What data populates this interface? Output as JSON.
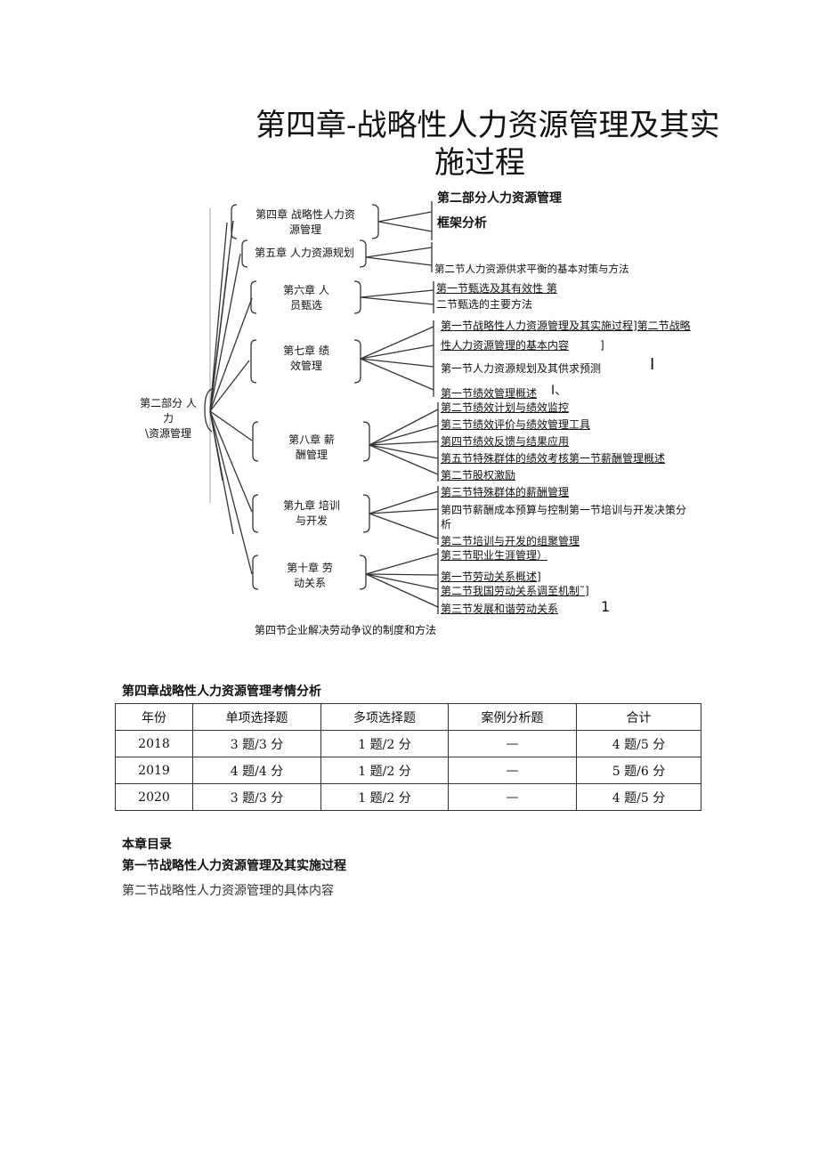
{
  "doc": {
    "title_line1": "第四章-战略性人力资源管理及其实",
    "title_line2": "施过程"
  },
  "mindmap": {
    "header_line1": "第二部分人力资源管理",
    "header_line2": "框架分析",
    "root_line1": "第二部分 人",
    "root_line2": "力",
    "root_line3": "\\资源管理",
    "chapters": [
      {
        "line1": "第四章 战略性人力资",
        "line2": "源管理"
      },
      {
        "line1": "第五章 人力资源规划",
        "line2": ""
      },
      {
        "line1": "第六章 人",
        "line2": "员甄选"
      },
      {
        "line1": "第七章 绩",
        "line2": "效管理"
      },
      {
        "line1": "第八章 薪",
        "line2": "酬管理"
      },
      {
        "line1": "第九章 培训",
        "line2": "与开发"
      },
      {
        "line1": "第十章 劳",
        "line2": "动关系"
      }
    ],
    "leaves": [
      "第二节人力资源供求平衡的基本对策与方法",
      "第一节甄选及其有效性 第",
      "二节甄选的主要方法",
      "第一节战略性人力资源管理及其实施过程]第二节战略",
      "性人力资源管理的基本内容",
      "]",
      "第一节人力资源规划及其供求预测",
      "I",
      "第一节绩效管理概述",
      "I、",
      "第二节绩效计划与绩效监控",
      "第三节绩效评价与绩效管理工具",
      "第四节绩效反馈与结果应用",
      "第五节特殊群体的绩效考核第一节薪酬管理概述",
      "第二节股权激励",
      "第三节特殊群体的薪酬管理",
      "第四节薪酬成本预算与控制第一节培训与开发决策分",
      "析",
      "第二节培训与开发的组聚管理",
      "第三节职业生涯管理）",
      "第一节劳动关系概述]",
      "第二节我国劳动关系调至机制˜]",
      "第三节发展和谐劳动关系",
      "1"
    ],
    "footer_note": "第四节企业解决劳动争议的制度和方法"
  },
  "exam": {
    "caption": "第四章战略性人力资源管理考情分析",
    "headers": [
      "年份",
      "单项选择题",
      "多项选择题",
      "案例分析题",
      "合计"
    ],
    "rows": [
      [
        "2018",
        "3 题/3 分",
        "1 题/2 分",
        "—",
        "4 题/5 分"
      ],
      [
        "2019",
        "4 题/4 分",
        "1 题/2 分",
        "—",
        "5 题/6 分"
      ],
      [
        "2020",
        "3 题/3 分",
        "1 题/2 分",
        "—",
        "4 题/5 分"
      ]
    ]
  },
  "toc": {
    "heading": "本章目录",
    "item1": "第一节战略性人力资源管理及其实施过程",
    "item2": "第二节战略性人力资源管理的具体内容"
  }
}
